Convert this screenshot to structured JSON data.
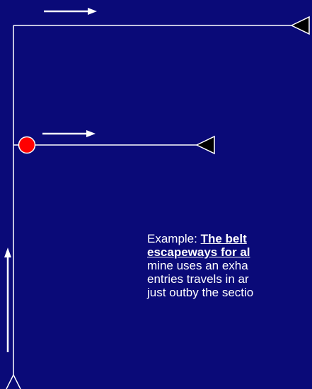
{
  "colors": {
    "background": "#0a0a78",
    "lines": "#ffffff",
    "marker": "#ff0000",
    "text": "#ffffff"
  },
  "icons": [
    "airflow-arrow-icon",
    "airflow-arrow-icon",
    "airflow-arrow-icon",
    "regulator-triangle-icon",
    "regulator-triangle-icon",
    "fire-source-marker-icon",
    "fork-intake-icon"
  ],
  "caption": {
    "lead": "Example: ",
    "emph_line1": "The belt",
    "emph_line2": "escapeways for al",
    "line3": "mine uses an exha",
    "line4": "entries travels in ar",
    "line5": "just outby the sectio"
  }
}
